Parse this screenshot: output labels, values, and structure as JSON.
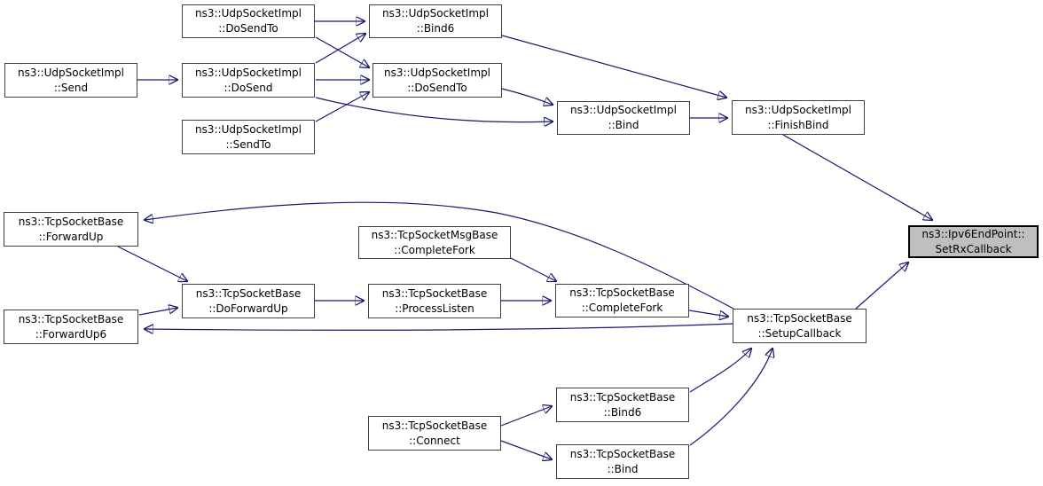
{
  "diagram": {
    "kind": "caller-graph",
    "edge_color": "#191970",
    "node_fill": "#ffffff",
    "node_border": "#404040",
    "highlight_fill": "#bfbfbf",
    "nodes": [
      {
        "id": "udp-send",
        "line1": "ns3::UdpSocketImpl",
        "line2": "::Send",
        "highlighted": false
      },
      {
        "id": "udp-dosendto-a",
        "line1": "ns3::UdpSocketImpl",
        "line2": "::DoSendTo",
        "highlighted": false
      },
      {
        "id": "udp-dosend",
        "line1": "ns3::UdpSocketImpl",
        "line2": "::DoSend",
        "highlighted": false
      },
      {
        "id": "udp-sendto",
        "line1": "ns3::UdpSocketImpl",
        "line2": "::SendTo",
        "highlighted": false
      },
      {
        "id": "udp-bind6",
        "line1": "ns3::UdpSocketImpl",
        "line2": "::Bind6",
        "highlighted": false
      },
      {
        "id": "udp-dosendto-b",
        "line1": "ns3::UdpSocketImpl",
        "line2": "::DoSendTo",
        "highlighted": false
      },
      {
        "id": "udp-bind",
        "line1": "ns3::UdpSocketImpl",
        "line2": "::Bind",
        "highlighted": false
      },
      {
        "id": "udp-finishbind",
        "line1": "ns3::UdpSocketImpl",
        "line2": "::FinishBind",
        "highlighted": false
      },
      {
        "id": "tcp-forwardup",
        "line1": "ns3::TcpSocketBase",
        "line2": "::ForwardUp",
        "highlighted": false
      },
      {
        "id": "msg-completefork",
        "line1": "ns3::TcpSocketMsgBase",
        "line2": "::CompleteFork",
        "highlighted": false
      },
      {
        "id": "tcp-doforwardup",
        "line1": "ns3::TcpSocketBase",
        "line2": "::DoForwardUp",
        "highlighted": false
      },
      {
        "id": "tcp-processlisten",
        "line1": "ns3::TcpSocketBase",
        "line2": "::ProcessListen",
        "highlighted": false
      },
      {
        "id": "tcp-forwardup6",
        "line1": "ns3::TcpSocketBase",
        "line2": "::ForwardUp6",
        "highlighted": false
      },
      {
        "id": "tcp-completefork",
        "line1": "ns3::TcpSocketBase",
        "line2": "::CompleteFork",
        "highlighted": false
      },
      {
        "id": "tcp-setupcallback",
        "line1": "ns3::TcpSocketBase",
        "line2": "::SetupCallback",
        "highlighted": false
      },
      {
        "id": "ipv6-setrxcallback",
        "line1": "ns3::Ipv6EndPoint::",
        "line2": "SetRxCallback",
        "highlighted": true
      },
      {
        "id": "tcp-connect",
        "line1": "ns3::TcpSocketBase",
        "line2": "::Connect",
        "highlighted": false
      },
      {
        "id": "tcp-bind6",
        "line1": "ns3::TcpSocketBase",
        "line2": "::Bind6",
        "highlighted": false
      },
      {
        "id": "tcp-bind",
        "line1": "ns3::TcpSocketBase",
        "line2": "::Bind",
        "highlighted": false
      }
    ],
    "edges": [
      {
        "from": "udp-send",
        "to": "udp-dosend"
      },
      {
        "from": "udp-dosendto-a",
        "to": "udp-bind6"
      },
      {
        "from": "udp-dosendto-a",
        "to": "udp-dosendto-b"
      },
      {
        "from": "udp-dosend",
        "to": "udp-bind6"
      },
      {
        "from": "udp-dosend",
        "to": "udp-dosendto-b"
      },
      {
        "from": "udp-sendto",
        "to": "udp-dosendto-b"
      },
      {
        "from": "udp-dosend",
        "to": "udp-bind"
      },
      {
        "from": "udp-dosendto-b",
        "to": "udp-bind"
      },
      {
        "from": "udp-bind6",
        "to": "udp-finishbind"
      },
      {
        "from": "udp-bind",
        "to": "udp-finishbind"
      },
      {
        "from": "udp-finishbind",
        "to": "ipv6-setrxcallback"
      },
      {
        "from": "tcp-forwardup",
        "to": "tcp-doforwardup"
      },
      {
        "from": "tcp-forwardup6",
        "to": "tcp-doforwardup"
      },
      {
        "from": "tcp-doforwardup",
        "to": "tcp-processlisten"
      },
      {
        "from": "tcp-processlisten",
        "to": "tcp-completefork"
      },
      {
        "from": "msg-completefork",
        "to": "tcp-completefork"
      },
      {
        "from": "tcp-completefork",
        "to": "tcp-setupcallback"
      },
      {
        "from": "tcp-setupcallback",
        "to": "tcp-forwardup"
      },
      {
        "from": "tcp-setupcallback",
        "to": "tcp-forwardup6"
      },
      {
        "from": "tcp-bind6",
        "to": "tcp-setupcallback"
      },
      {
        "from": "tcp-bind",
        "to": "tcp-setupcallback"
      },
      {
        "from": "tcp-connect",
        "to": "tcp-bind6"
      },
      {
        "from": "tcp-connect",
        "to": "tcp-bind"
      },
      {
        "from": "tcp-setupcallback",
        "to": "ipv6-setrxcallback"
      }
    ]
  }
}
